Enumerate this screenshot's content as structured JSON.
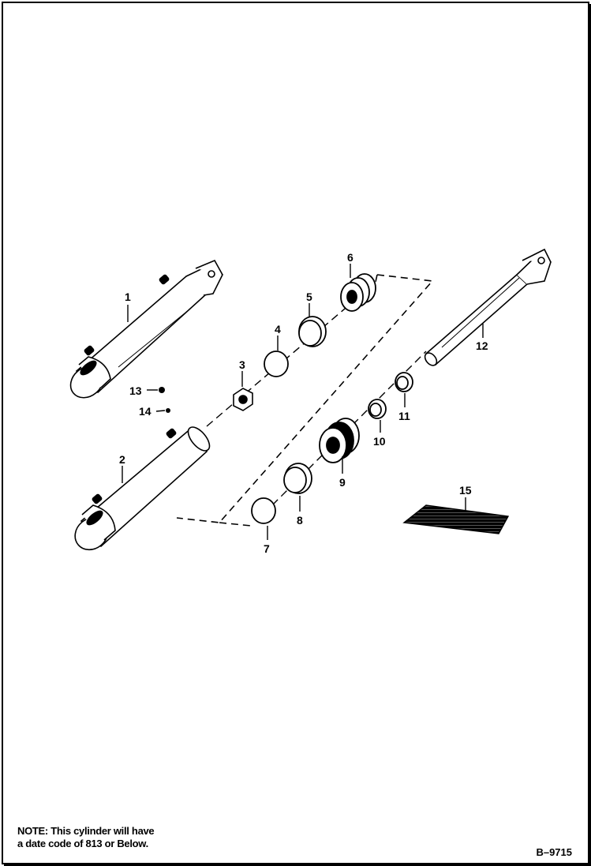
{
  "callouts": {
    "c1": "1",
    "c2": "2",
    "c3": "3",
    "c4": "4",
    "c5": "5",
    "c6": "6",
    "c7": "7",
    "c8": "8",
    "c9": "9",
    "c10": "10",
    "c11": "11",
    "c12": "12",
    "c13": "13",
    "c14": "14",
    "c15": "15"
  },
  "note": {
    "label": "NOTE:",
    "line1": "This cylinder will have",
    "line2": "a date code of 813 or Below."
  },
  "figure_ref": "B–9715",
  "colors": {
    "ink": "#000000",
    "paper": "#ffffff"
  }
}
